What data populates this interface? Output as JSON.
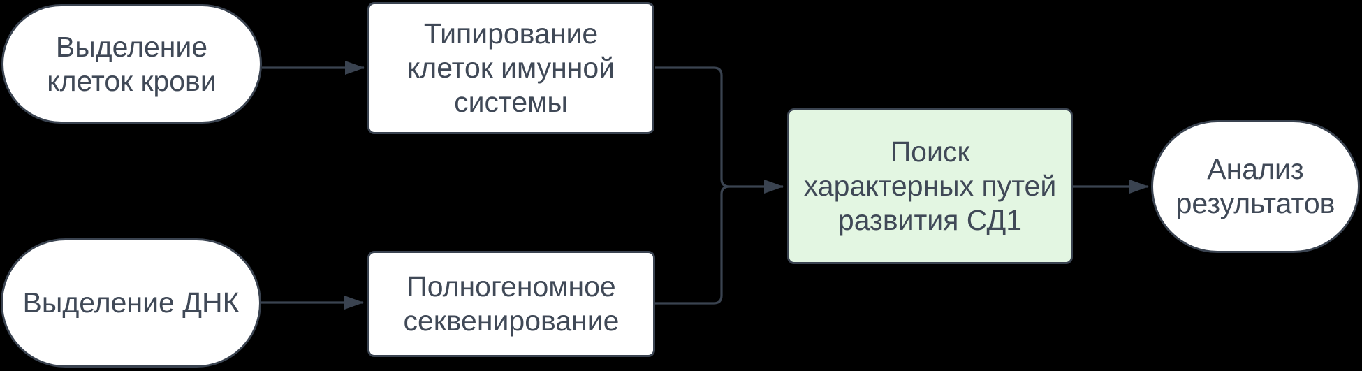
{
  "diagram": {
    "type": "flowchart",
    "direction": "left-to-right",
    "nodes": [
      {
        "id": "blood-cell-isolation",
        "label": "Выделение\nклеток крови",
        "shape": "stadium",
        "highlighted": false
      },
      {
        "id": "immune-cell-typing",
        "label": "Типирование\nклеток имунной\nсистемы",
        "shape": "rounded-rect",
        "highlighted": false
      },
      {
        "id": "dna-isolation",
        "label": "Выделение ДНК",
        "shape": "stadium",
        "highlighted": false
      },
      {
        "id": "genome-sequencing",
        "label": "Полногеномное\nсеквенирование",
        "shape": "rounded-rect",
        "highlighted": false
      },
      {
        "id": "t1d-pathway-search",
        "label": "Поиск\nхарактерных путей\nразвития СД1",
        "shape": "rounded-rect",
        "highlighted": true
      },
      {
        "id": "results-analysis",
        "label": "Анализ\nрезультатов",
        "shape": "stadium",
        "highlighted": false
      }
    ],
    "edges": [
      {
        "from": "blood-cell-isolation",
        "to": "immune-cell-typing"
      },
      {
        "from": "dna-isolation",
        "to": "genome-sequencing"
      },
      {
        "from": "immune-cell-typing",
        "to": "t1d-pathway-search"
      },
      {
        "from": "genome-sequencing",
        "to": "t1d-pathway-search"
      },
      {
        "from": "t1d-pathway-search",
        "to": "results-analysis"
      }
    ]
  },
  "colors": {
    "bg": "#000000",
    "node-fill": "#ffffff",
    "accent-fill": "#e3f6e2",
    "stroke": "#3a4350",
    "text": "#404957"
  }
}
